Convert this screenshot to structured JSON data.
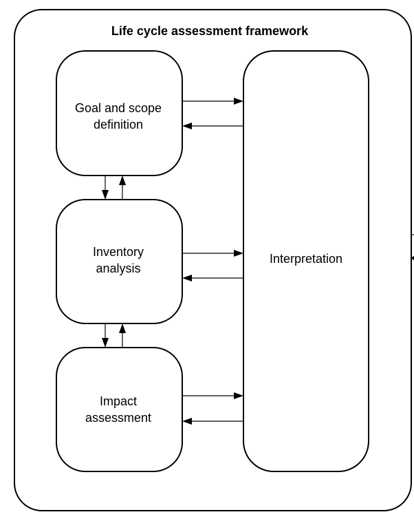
{
  "title": "Life cycle assessment framework",
  "nodes": {
    "goal": [
      "Goal and scope",
      "definition"
    ],
    "inventory": [
      "Inventory",
      "analysis"
    ],
    "impact": [
      "Impact",
      "assessment"
    ],
    "interpretation": [
      "Interpretation"
    ]
  }
}
